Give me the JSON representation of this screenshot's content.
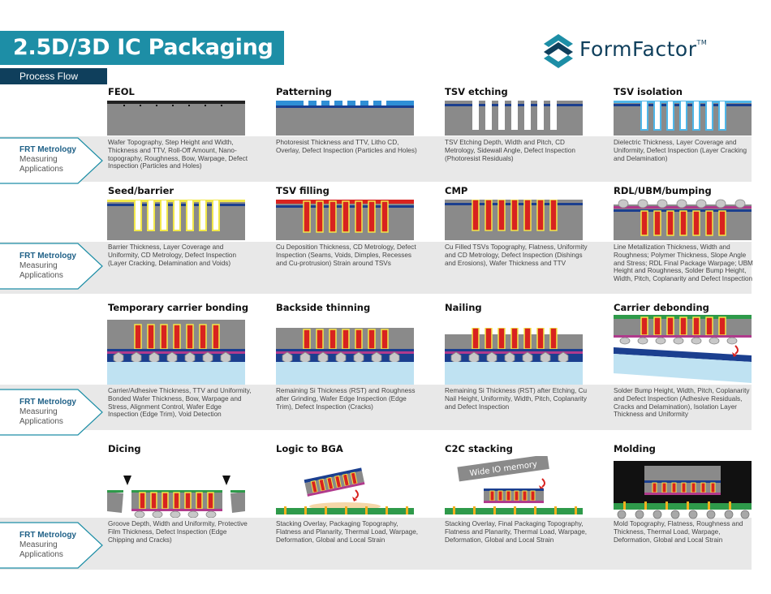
{
  "header": {
    "title": "2.5D/3D IC Packaging",
    "subtitle": "Process Flow"
  },
  "logo": {
    "text": "FormFactor",
    "tm": "TM"
  },
  "row_label": {
    "line1": "FRT Metrology",
    "line2": "Measuring",
    "line3": "Applications"
  },
  "steps": [
    {
      "title": "FEOL",
      "desc": "Wafer Topography, Step Height and Width, Thickness and TTV, Roll-Off Amount, Nano-topography, Roughness, Bow, Warpage, Defect Inspection (Particles and Holes)"
    },
    {
      "title": "Patterning",
      "desc": "Photoresist Thickness and TTV, Litho CD, Overlay, Defect Inspection (Particles and Holes)"
    },
    {
      "title": "TSV etching",
      "desc": "TSV Etching Depth, Width and Pitch, CD Metrology, Sidewall Angle, Defect Inspection (Photoresist Residuals)"
    },
    {
      "title": "TSV isolation",
      "desc": "Dielectric Thickness, Layer Coverage and Uniformity, Defect Inspection (Layer Cracking and Delamination)"
    },
    {
      "title": "Seed/barrier",
      "desc": "Barrier Thickness, Layer Coverage and Uniformity, CD Metrology, Defect Inspection (Layer Cracking, Delamination and Voids)"
    },
    {
      "title": "TSV filling",
      "desc": "Cu Deposition Thickness, CD Metrology, Defect Inspection (Seams, Voids, Dimples, Recesses and Cu-protrusion) Strain around TSVs"
    },
    {
      "title": "CMP",
      "desc": "Cu Filled TSVs Topography, Flatness, Uniformity and CD Metrology, Defect Inspection (Dishings and Erosions), Wafer Thickness and TTV"
    },
    {
      "title": "RDL/UBM/bumping",
      "desc": "Line Metallization Thickness, Width and Roughness; Polymer Thickness, Slope Angle and Stress; RDL Final Package Warpage; UBM Height and Roughness, Solder Bump Height, Width, Pitch, Coplanarity and Defect Inspection"
    },
    {
      "title": "Temporary carrier bonding",
      "desc": "Carrier/Adhesive Thickness, TTV and Uniformity, Bonded Wafer Thickness, Bow, Warpage and Stress, Alignment Control, Wafer Edge Inspection (Edge Trim), Void Detection"
    },
    {
      "title": "Backside thinning",
      "desc": "Remaining Si Thickness (RST) and Roughness after Grinding, Wafer Edge Inspection (Edge Trim), Defect Inspection (Cracks)"
    },
    {
      "title": "Nailing",
      "desc": "Remaining Si Thickness (RST) after Etching, Cu Nail Height, Uniformity, Width, Pitch, Coplanarity and Defect Inspection"
    },
    {
      "title": "Carrier debonding",
      "desc": "Solder Bump Height, Width, Pitch, Coplanarity and Defect Inspection (Adhesive Residuals, Cracks and Delamination), Isolation Layer Thickness and Uniformity"
    },
    {
      "title": "Dicing",
      "desc": "Groove Depth, Width and Uniformity, Protective Film Thickness, Defect Inspection (Edge Chipping and Cracks)"
    },
    {
      "title": "Logic to BGA",
      "desc": "Stacking Overlay, Packaging Topography, Flatness and Planarity, Thermal Load, Warpage, Deformation, Global and Local Strain"
    },
    {
      "title": "C2C stacking",
      "desc": "Stacking Overlay, Final Packaging Topography, Flatness and Planarity, Thermal Load, Warpage, Deformation, Global and Local Strain"
    },
    {
      "title": "Molding",
      "desc": "Mold Topography, Flatness, Roughness and Thickness, Thermal Load, Warpage, Deformation, Global and Local Strain"
    }
  ],
  "wide_io_label": "Wide IO memory",
  "colors": {
    "teal": "#1d8ea6",
    "navy": "#0f3f5c",
    "copper": "#d8231f",
    "silicon": "#8a8a8a",
    "blue_layer": "#1b3f8f"
  }
}
